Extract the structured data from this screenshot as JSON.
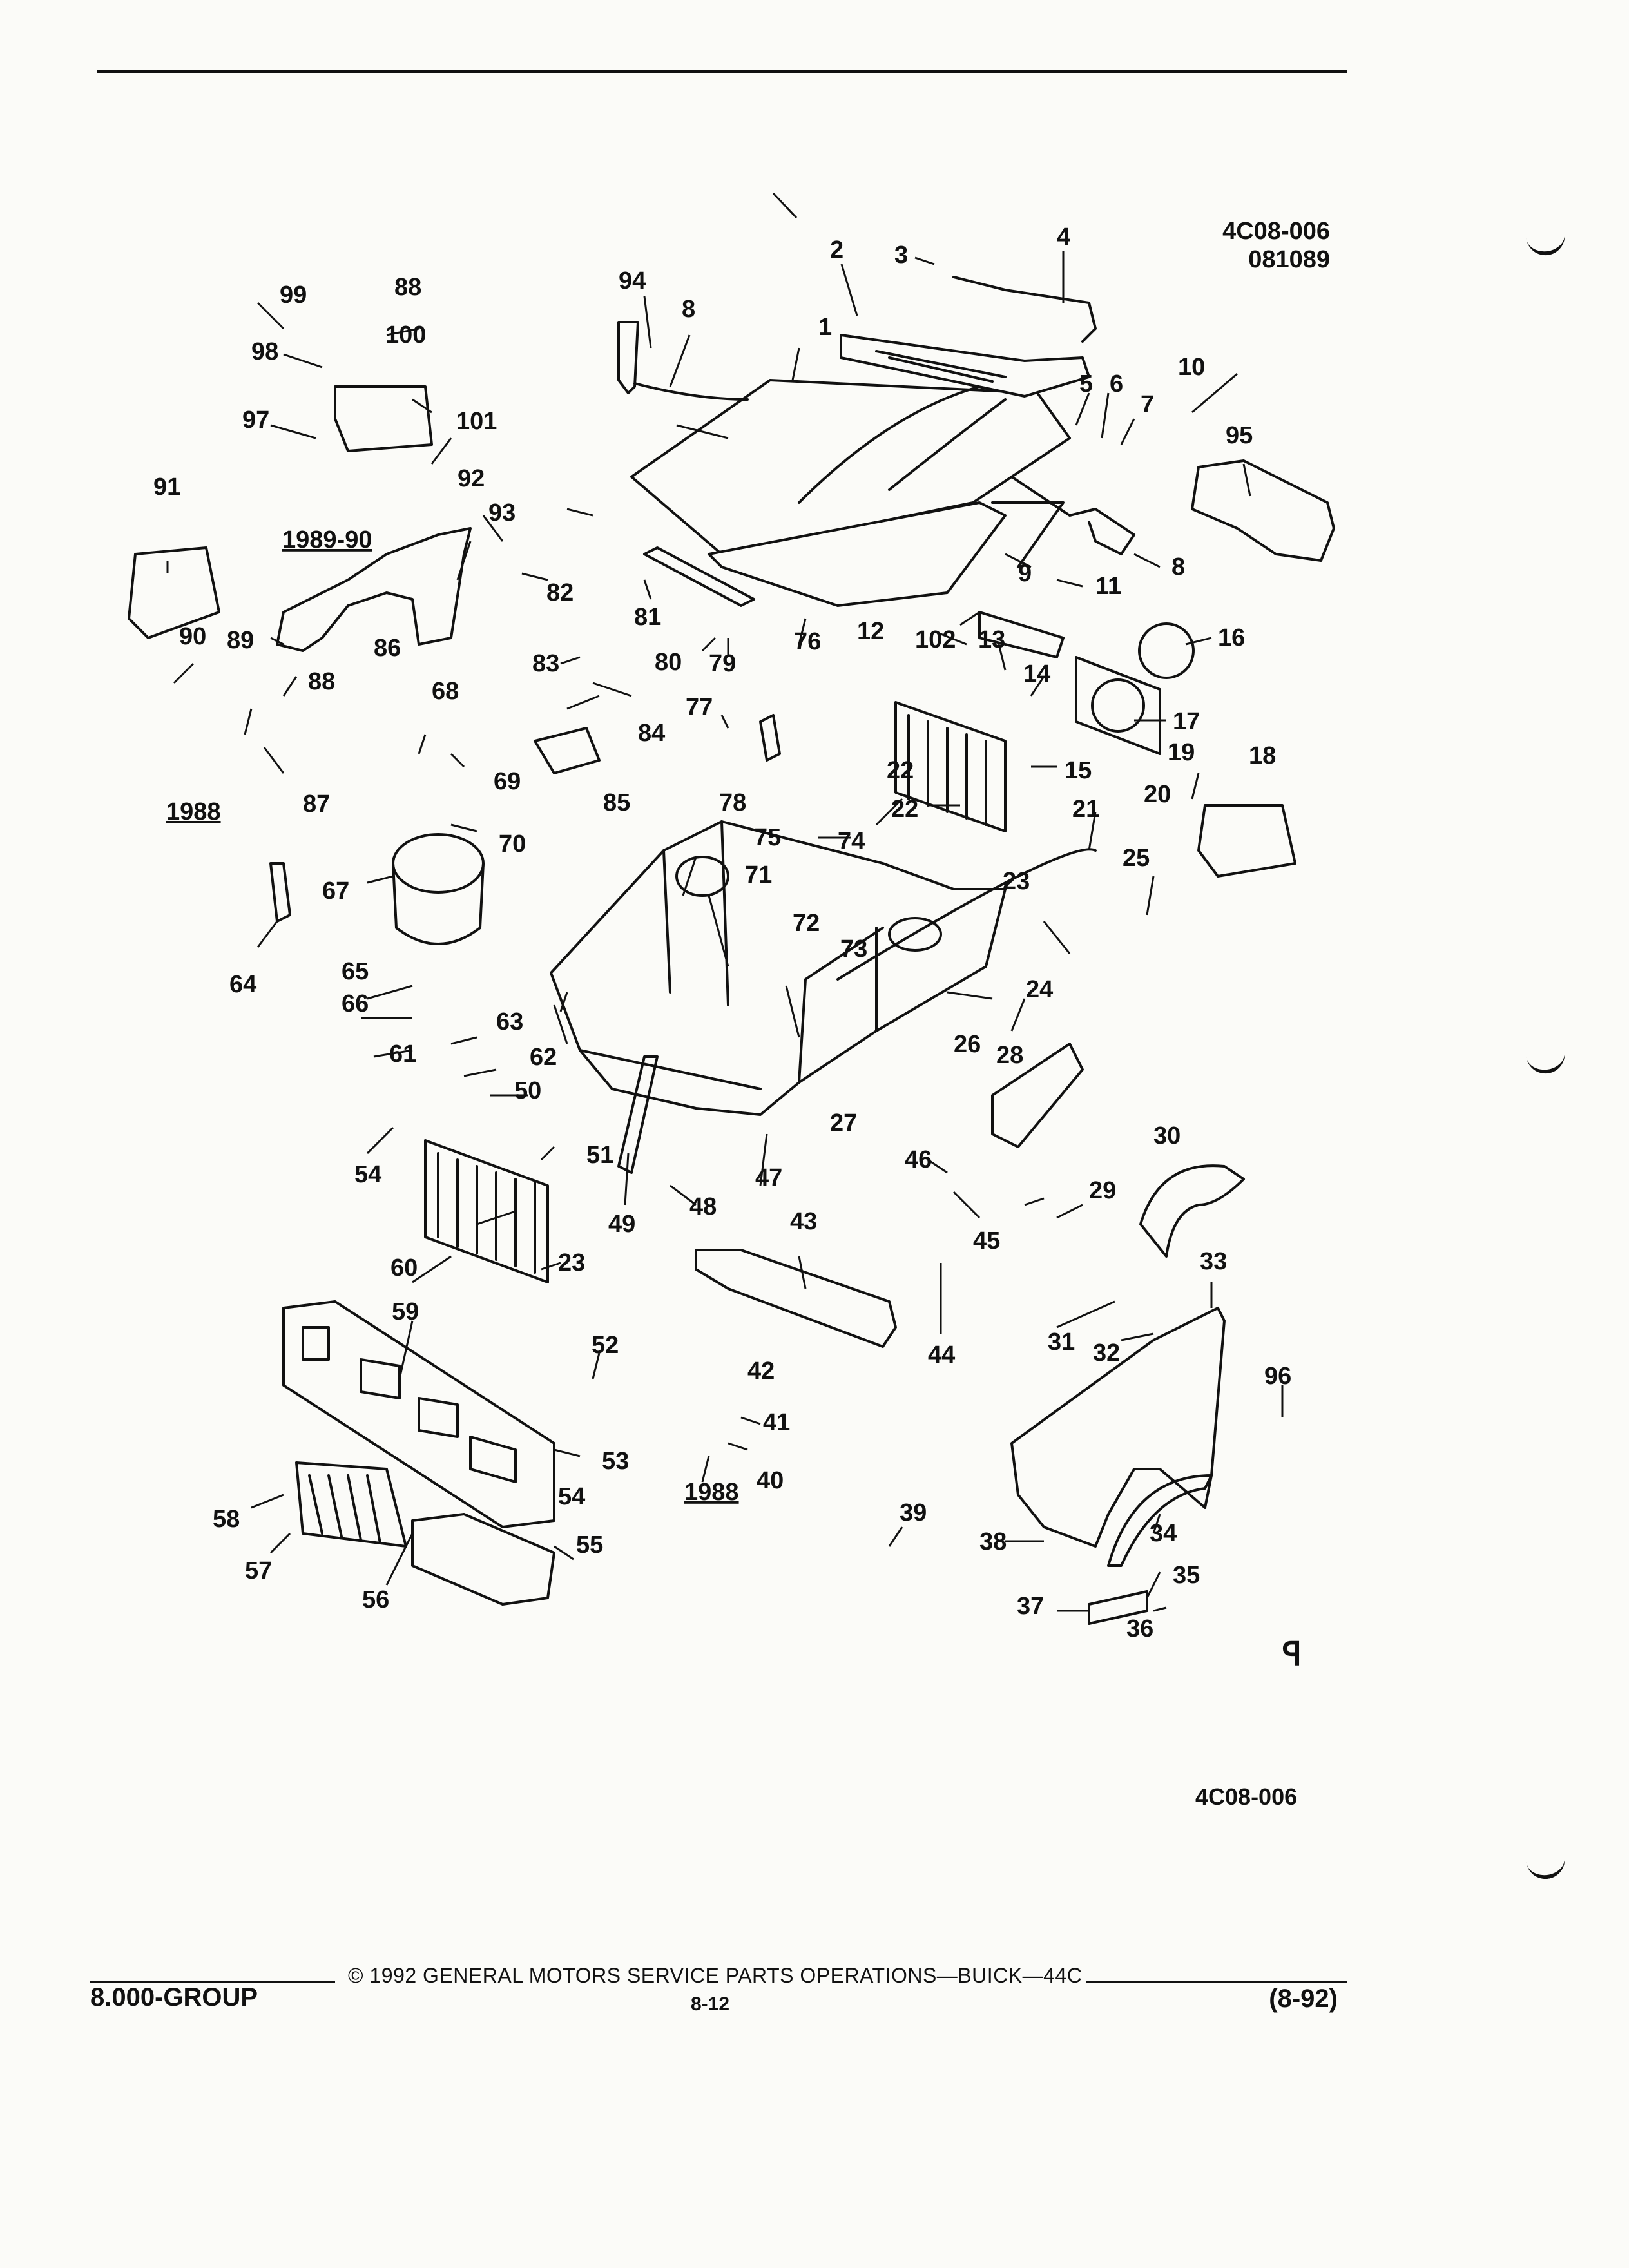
{
  "header": {
    "code_line1": "4C08-006",
    "code_line2": "081089"
  },
  "diagram": {
    "year_labels": {
      "a": "1989-90",
      "b": "1988",
      "c": "1988"
    },
    "callouts": [
      "1",
      "2",
      "3",
      "4",
      "5",
      "6",
      "7",
      "8",
      "8",
      "9",
      "10",
      "11",
      "12",
      "13",
      "14",
      "15",
      "16",
      "17",
      "18",
      "19",
      "20",
      "21",
      "22",
      "22",
      "23",
      "23",
      "24",
      "25",
      "26",
      "27",
      "28",
      "29",
      "30",
      "31",
      "32",
      "33",
      "34",
      "35",
      "36",
      "37",
      "38",
      "39",
      "40",
      "41",
      "42",
      "43",
      "44",
      "45",
      "46",
      "47",
      "48",
      "49",
      "50",
      "51",
      "52",
      "53",
      "54",
      "54",
      "55",
      "56",
      "57",
      "58",
      "59",
      "60",
      "61",
      "62",
      "63",
      "64",
      "65",
      "66",
      "67",
      "68",
      "69",
      "70",
      "71",
      "72",
      "73",
      "74",
      "75",
      "76",
      "77",
      "78",
      "79",
      "80",
      "81",
      "82",
      "83",
      "84",
      "85",
      "86",
      "87",
      "88",
      "88",
      "89",
      "90",
      "91",
      "92",
      "93",
      "94",
      "95",
      "96",
      "97",
      "98",
      "99",
      "100",
      "101",
      "102"
    ]
  },
  "bottom_code": "4C08-006",
  "footer": {
    "group": "8.000-GROUP",
    "copyright": "©  1992  GENERAL MOTORS SERVICE PARTS OPERATIONS—BUICK—44C",
    "page": "8-12",
    "revision": "(8-92)"
  },
  "logo_glyph": "ꟼ"
}
